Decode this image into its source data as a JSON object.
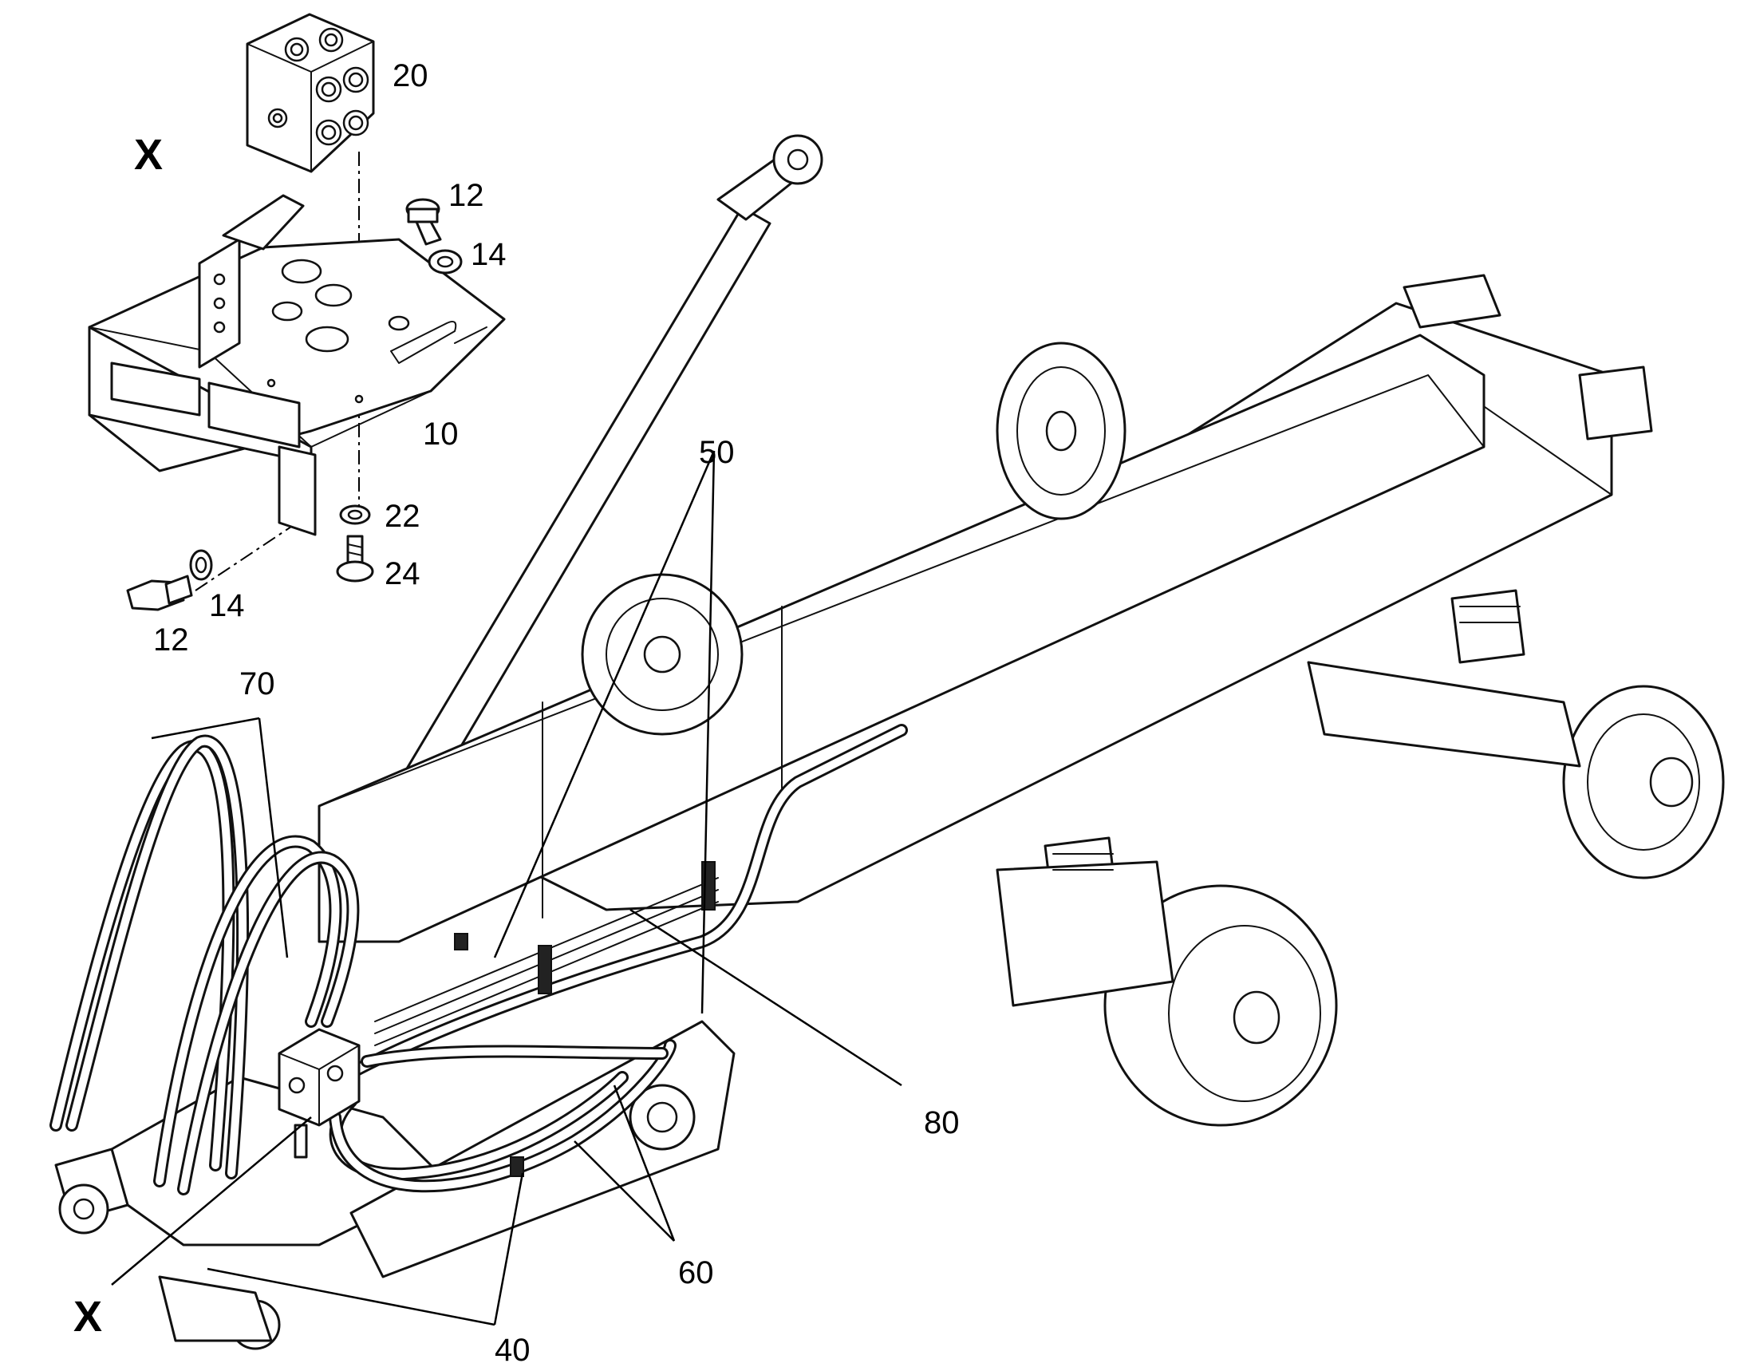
{
  "view_marks": {
    "top": "X",
    "bottom": "X"
  },
  "callouts": {
    "c20": "20",
    "c12a": "12",
    "c14a": "14",
    "c10": "10",
    "c22": "22",
    "c24": "24",
    "c14b": "14",
    "c12b": "12",
    "c50": "50",
    "c70": "70",
    "c80": "80",
    "c60": "60",
    "c40": "40"
  },
  "colors": {
    "line": "#111111",
    "background": "#ffffff"
  }
}
